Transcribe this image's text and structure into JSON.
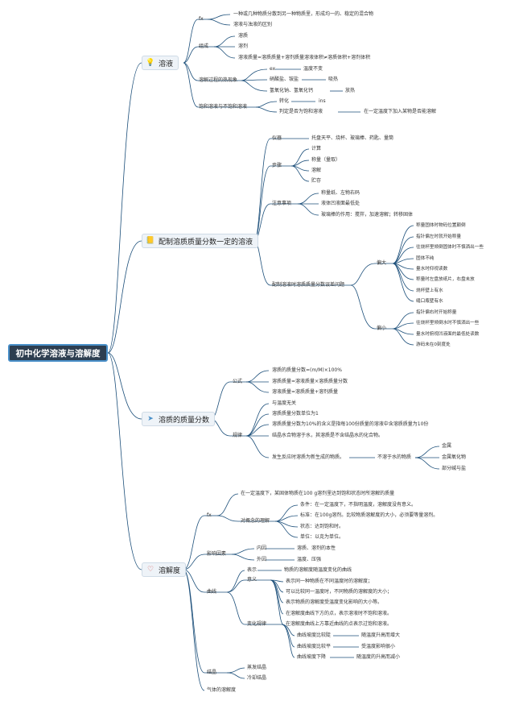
{
  "root": "初中化学溶液与溶解度",
  "branches": {
    "b1": "溶液",
    "b2": "配制溶质质量分数一定的溶液",
    "b3": "溶质的质量分数",
    "b4": "溶解度"
  },
  "icons": {
    "b1": "lightbulb-icon",
    "b2": "notepad-icon",
    "b3": "paper-plane-icon",
    "b4": "heart-icon"
  },
  "colors": {
    "root_bg": "#2d3e50",
    "root_border": "#4a90c9",
    "line": "#1c4f7a",
    "branch_bg": "#eef3f8"
  },
  "rongye": {
    "dy": "fx",
    "dy1": "一种或几种物质分散到另一种物质里，形成均一的、稳定的混合物",
    "dy2": "溶液与浊液的区别",
    "zc": "组成",
    "zc1": "溶质",
    "zc2": "溶剂",
    "zc3": "溶液质量=溶质质量+溶剂质量溶液体积≠溶质体积+溶剂体积",
    "rj": "溶解过程的热现象",
    "rj_a": "ex",
    "rj_a1": "温度不变",
    "rj_b": "硝酸盐、铵盐",
    "rj_b1": "吸热",
    "rj_c": "氢氧化钠、氢氧化钙",
    "rj_c1": "放热",
    "bh": "饱和溶液与不饱和溶液",
    "bh_a": "转化",
    "bh_a1": "ins",
    "bh_b": "判定是否为饱和溶液",
    "bh_b1": "在一定温度下加入某物是否能溶解"
  },
  "peizhi": {
    "yq": "仪器",
    "yq1": "托盘天平、烧杯、玻璃棒、药匙、量筒",
    "bz": "步骤",
    "bz1": "计算",
    "bz2": "称量（量取）",
    "bz3": "溶解",
    "bz4": "贮存",
    "zy": "注意事项",
    "zy1": "称量纸、左物右码",
    "zy2": "液体凹液面最低处",
    "zy3": "玻璃棒的作用：搅拌，加速溶解；转移固体",
    "wt": "配制溶液时溶质质量分数误差问题",
    "pd": "偏大",
    "pd1": "称量固体时物码位置颠倒",
    "pd2": "指针偏左时就开始称量",
    "pd3": "往烧杯里倾倒固体时不慎洒出一些",
    "pd4": "固体不纯",
    "pd5": "量水时仰视读数",
    "pd6": "称量时左盘放纸片，右盘未放",
    "pd7": "烧杯壁上有水",
    "pd8": "缝口瓶壁有水",
    "px": "偏小",
    "px1": "指针偏右时开始称量",
    "px2": "往烧杯里倾倒水时不慎洒出一些",
    "px3": "量水时俯视凹液面的最低处读数",
    "px4": "游码未在0刻度处"
  },
  "fenshu": {
    "gs": "公式",
    "gs1": "溶质的质量分数=(m/M)×100%",
    "gs2": "溶质质量=溶液质量×溶质质量分数",
    "gs3": "溶液质量=溶质质量+溶剂质量",
    "gl": "规律",
    "gl1": "与温度无关",
    "gl2": "溶质质量分数单位为1",
    "gl3": "溶质质量分数为10%的含义是指每100份质量的溶液中含溶质质量为10份",
    "gl4": "结晶水合物溶于水，其溶质是不含结晶水的化合物。",
    "gl5": "发生反应时溶质为新生成的物质。",
    "gl5a": "不溶于水的物质",
    "gl5a1": "金属",
    "gl5a2": "金属氧化物",
    "gl5a3": "部分碱与盐"
  },
  "rongjiedu": {
    "dy": "fx",
    "dy1": "在一定温度下，某固体物质在100 g溶剂里达到饱和状态时所溶解的质量",
    "lj": "对概念的理解",
    "lj1": "条件：在一定温度下，不指明温度，溶解度没有意义。",
    "lj2": "标准：在100g溶剂。比较物质溶解度的大小，必须要等量溶剂。",
    "lj3": "状态：达到饱和时。",
    "lj4": "单位：以克为单位。",
    "ys": "影响因素",
    "ys_a": "内因",
    "ys_a1": "溶质、溶剂的本性",
    "ys_b": "外因",
    "ys_b1": "温度、压强",
    "qx": "曲线",
    "qx_bs": "表示",
    "qx_bs1": "物质的溶解度随温度变化的曲线",
    "qx_yy": "意义",
    "qx_yy1": "表示同一种物质在不同温度时的溶解度；",
    "qx_yy2": "可以比较同一温度时，不同物质的溶解度的大小；",
    "qx_yy3": "表示物质的溶解度受温度变化影响的大小等。",
    "qx_yy4": "在溶解度曲线下方的点，表示溶液时不饱和溶液。",
    "qx_yy5": "在溶解度曲线上方靠近曲线的点表示过饱和溶液。",
    "qx_gl": "变化规律",
    "qx_gl1": "曲线坡度比较陡",
    "qx_gl1a": "随温度升高而增大",
    "qx_gl2": "曲线坡度比较平",
    "qx_gl2a": "受温度影响很小",
    "qx_gl3": "曲线坡度下降",
    "qx_gl3a": "随温度的升高而减小",
    "jj": "结晶",
    "jj1": "蒸发结晶",
    "jj2": "冷却结晶",
    "qt": "气体的溶解度"
  }
}
